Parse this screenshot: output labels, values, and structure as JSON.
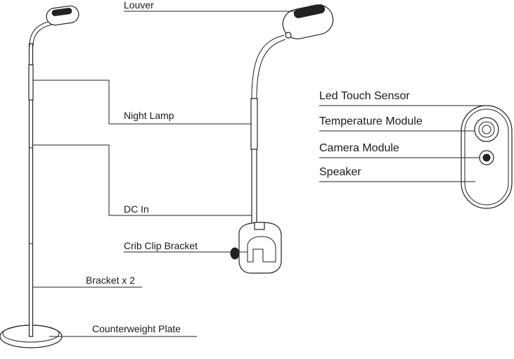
{
  "labels": {
    "louver": "Louver",
    "night_lamp": "Night Lamp",
    "dc_in": "DC In",
    "crib_clip_bracket": "Crib Clip Bracket",
    "bracket": "Bracket x 2",
    "counterweight_plate": "Counterweight Plate",
    "led_touch_sensor": "Led Touch Sensor",
    "temperature_module": "Temperature Module",
    "camera_module": "Camera Module",
    "speaker": "Speaker"
  },
  "colors": {
    "line": "#222222",
    "background": "#ffffff"
  }
}
